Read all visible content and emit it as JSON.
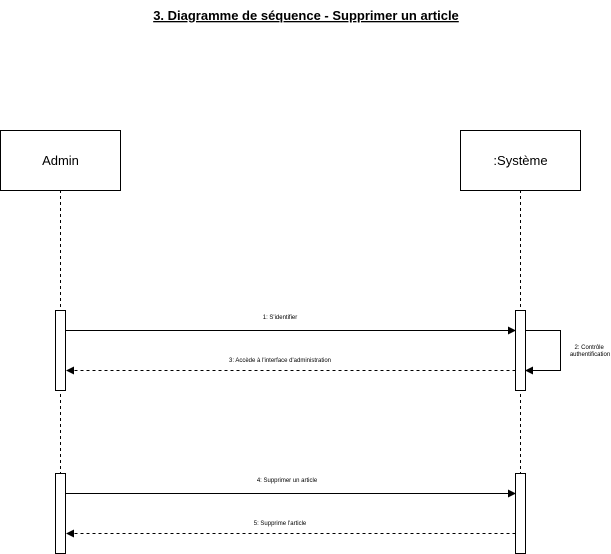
{
  "title": "3. Diagramme de séquence - Supprimer un article",
  "actors": {
    "admin": "Admin",
    "system": ":Système"
  },
  "messages": {
    "m1": "1: S'identifier",
    "m2_line1": "2: Contrôle",
    "m2_line2": "authentification",
    "m3": "3: Accède à l'interface d'administration",
    "m4": "4: Supprimer un article",
    "m5": "5:  Supprime l'article"
  }
}
